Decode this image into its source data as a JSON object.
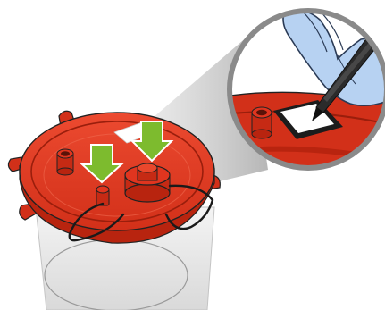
{
  "illustration": {
    "subject": "red-canister-lid-with-label-area",
    "elements": [
      "canister-body",
      "red-lid",
      "hinged-cap",
      "retaining-strap",
      "side-port",
      "label-area",
      "green-arrow-left",
      "green-arrow-right",
      "magnifier-callout",
      "gloved-hand",
      "marker-pen",
      "label-frame"
    ]
  },
  "colors": {
    "lid_red": "#e0351f",
    "lid_dark": "#b8240f",
    "lid_shadow": "#9a1e0c",
    "arrow_green": "#7dbb2e",
    "arrow_green_dark": "#5e9a1c",
    "glove_blue": "#b7d2f2",
    "glove_outline": "#2a3a55",
    "canister_gray": "#e9e9e9",
    "callout_ring": "#8a8a8a",
    "outline": "#222222"
  }
}
